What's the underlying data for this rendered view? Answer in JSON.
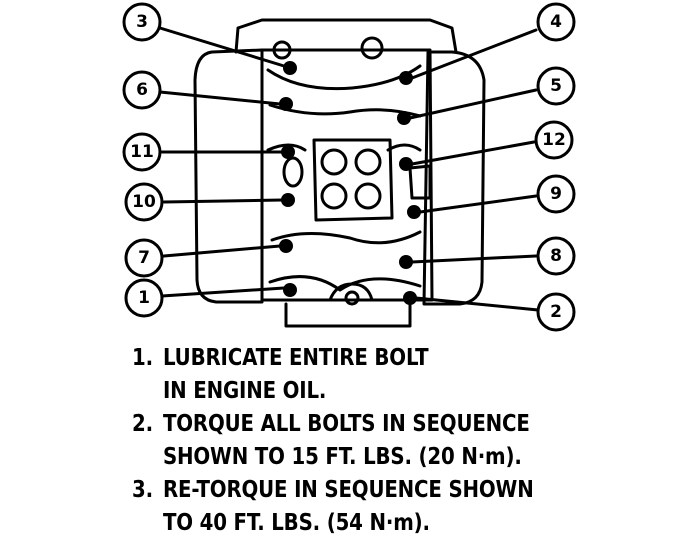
{
  "callouts": [
    {
      "label": "3"
    },
    {
      "label": "4"
    },
    {
      "label": "6"
    },
    {
      "label": "5"
    },
    {
      "label": "11"
    },
    {
      "label": "12"
    },
    {
      "label": "10"
    },
    {
      "label": "9"
    },
    {
      "label": "7"
    },
    {
      "label": "8"
    },
    {
      "label": "1"
    },
    {
      "label": "2"
    }
  ],
  "instructions": [
    {
      "number": "1.",
      "lines": [
        "LUBRICATE ENTIRE BOLT",
        "IN ENGINE OIL."
      ]
    },
    {
      "number": "2.",
      "lines": [
        "TORQUE ALL BOLTS IN SEQUENCE",
        "SHOWN TO 15 FT. LBS. (20 N·m)."
      ]
    },
    {
      "number": "3.",
      "lines": [
        "RE-TORQUE IN SEQUENCE SHOWN",
        "TO 40 FT. LBS. (54 N·m)."
      ]
    }
  ],
  "colors": {
    "ink": "#000000",
    "paper": "#ffffff"
  }
}
